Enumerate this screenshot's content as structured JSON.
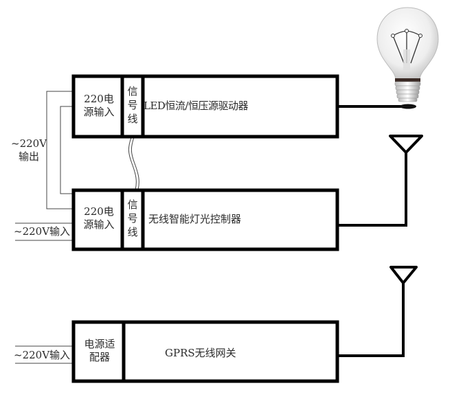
{
  "diagram": {
    "driver_module": {
      "power_block": "220电\n源输入",
      "power_line1": "220电",
      "power_line2": "源输入",
      "signal_block": [
        "信",
        "号",
        "线"
      ],
      "main_label": "LED恒流/恒压源驱动器"
    },
    "controller_module": {
      "power_line1": "220电",
      "power_line2": "源输入",
      "signal_block": [
        "信",
        "号",
        "线"
      ],
      "main_label": "无线智能灯光控制器"
    },
    "gateway_module": {
      "adapter_line1": "电源适",
      "adapter_line2": "配器",
      "main_label": "GPRS无线网关"
    },
    "wire_labels": {
      "output_line1": "~220V",
      "output_line2": "输出",
      "controller_input": "~220V输入",
      "gateway_input": "~220V输入"
    },
    "icons": {
      "lamp": "light-bulb-icon",
      "antenna1": "antenna-icon",
      "antenna2": "antenna-icon"
    },
    "colors": {
      "box_stroke": "#000000",
      "thin_wire": "#444444",
      "text": "#2a2a2a"
    }
  }
}
